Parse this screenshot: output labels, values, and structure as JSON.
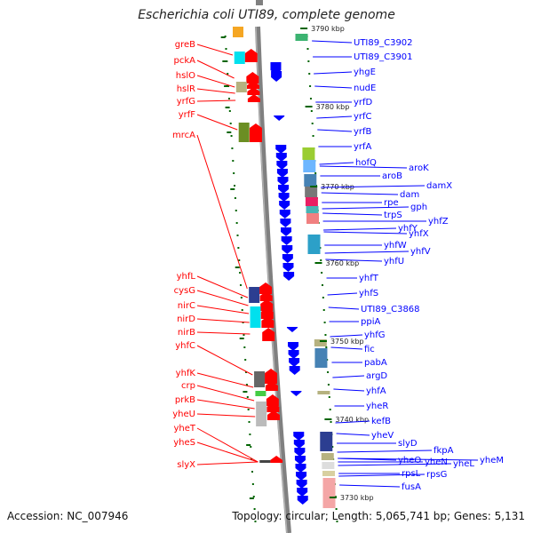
{
  "title": "Escherichia coli UTI89, complete genome",
  "accession": "Accession: NC_007946",
  "footer": "Topology: circular; Length: 5,065,741 bp; Genes: 5,131",
  "colors": {
    "forward": "#ff0000",
    "reverse": "#0000ff",
    "backbone": "#808080",
    "tick": "#006400"
  },
  "kbp_marks": [
    "3790 kbp",
    "3780 kbp",
    "3770 kbp",
    "3760 kbp",
    "3750 kbp",
    "3740 kbp",
    "3730 kbp"
  ],
  "left_labels": [
    "greB",
    "pckA",
    "hslO",
    "hslR",
    "yrfG",
    "yrfF",
    "mrcA",
    "yhfL",
    "cysG",
    "nirC",
    "nirD",
    "nirB",
    "yhfC",
    "yhfK",
    "crp",
    "prkB",
    "yheU",
    "yheT",
    "yheS",
    "slyX"
  ],
  "right_labels": [
    "UTI89_C3902",
    "UTI89_C3901",
    "yhgE",
    "nudE",
    "yrfD",
    "yrfC",
    "yrfB",
    "yrfA",
    "hofQ",
    "aroK",
    "aroB",
    "damX",
    "dam",
    "rpe",
    "gph",
    "trpS",
    "yhfZ",
    "yhfY",
    "yhfX",
    "yhfW",
    "yhfV",
    "yhfU",
    "yhfT",
    "yhfS",
    "UTI89_C3868",
    "ppiA",
    "yhfG",
    "fic",
    "pabA",
    "argD",
    "yhfA",
    "yheR",
    "kefB",
    "yheV",
    "slyD",
    "fkpA",
    "yheO",
    "yheN",
    "yheL",
    "yheM",
    "rpsL",
    "rpsG",
    "fusA"
  ]
}
